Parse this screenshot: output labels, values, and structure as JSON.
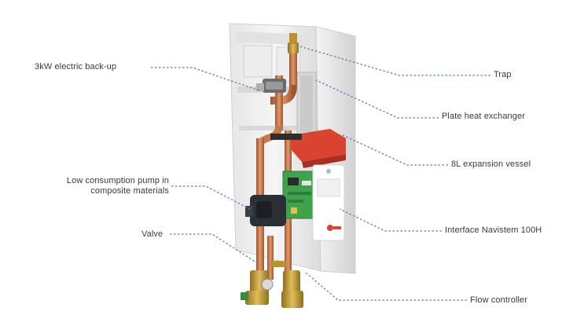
{
  "labels": {
    "backup": "3kW electric back-up",
    "pump_line1": "Low consumption pump in",
    "pump_line2": "composite materials",
    "valve": "Valve",
    "trap": "Trap",
    "plate": "Plate heat exchanger",
    "expansion": "8L expansion vessel",
    "interface": "Interface Navistem 100H",
    "flow": "Flow controller"
  },
  "colors": {
    "leader_line": "#5a7fb0",
    "copper_pipe": "#c8794a",
    "casing": "#f2f2f2",
    "pump_body": "#2b2f36",
    "circuit_board": "#3fa34d",
    "brass": "#c9a13a",
    "panel": "#ffffff",
    "red_accent": "#d9432f"
  },
  "icons": {
    "device": "heat-pump-hydraulic-module-illustration"
  }
}
